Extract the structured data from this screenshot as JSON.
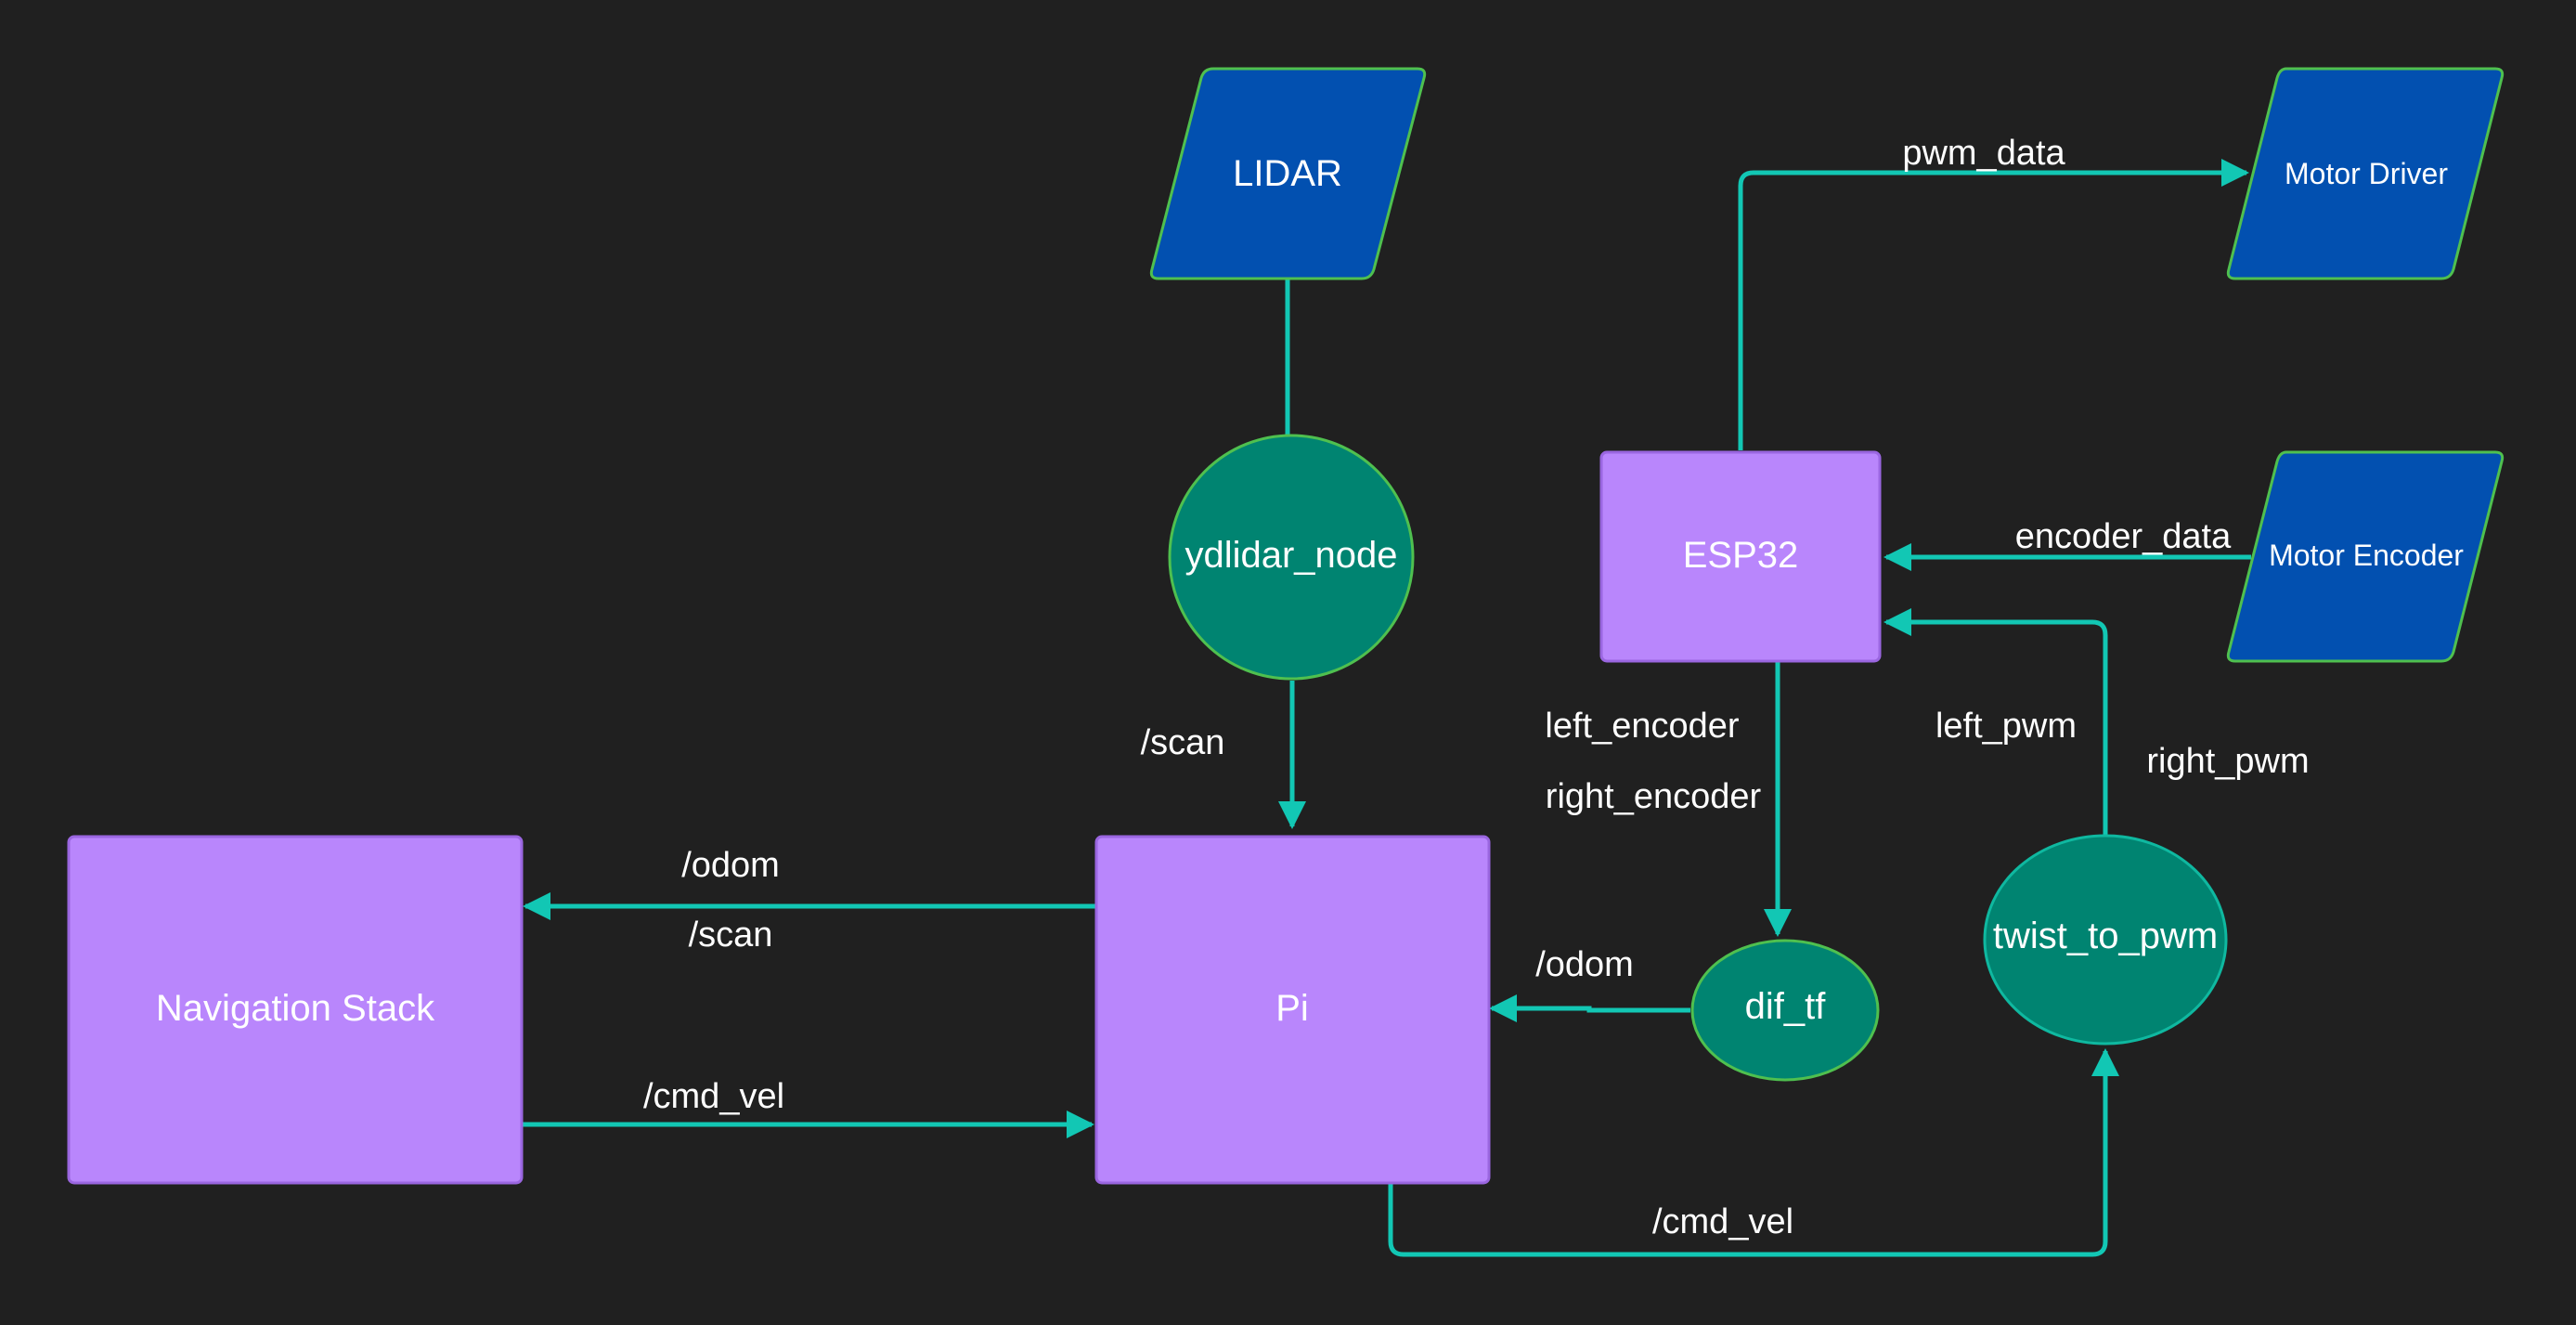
{
  "colors": {
    "background": "#202020",
    "process_fill": "#b986fc",
    "process_stroke": "#9a66e0",
    "topic_fill": "#008471",
    "topic_stroke": "#4fc04f",
    "topic_stroke_alt": "#0fb8a0",
    "hardware_fill": "#0250b0",
    "hardware_stroke": "#4fc04f",
    "edge": "#12c7b4",
    "text": "#ffffff"
  },
  "nodes": {
    "lidar": "LIDAR",
    "motor_driver": "Motor Driver",
    "motor_encoder": "Motor Encoder",
    "ydlidar_node": "ydlidar_node",
    "esp32": "ESP32",
    "navigation_stack": "Navigation Stack",
    "pi": "Pi",
    "dif_tf": "dif_tf",
    "twist_to_pwm": "twist_to_pwm"
  },
  "edges": {
    "pwm_data": "pwm_data",
    "encoder_data": "encoder_data",
    "scan_lidar": "/scan",
    "odom_to_nav": "/odom",
    "scan_to_nav": "/scan",
    "cmd_vel_nav": "/cmd_vel",
    "left_encoder": "left_encoder",
    "right_encoder": "right_encoder",
    "left_pwm": "left_pwm",
    "right_pwm": "right_pwm",
    "odom_dif": "/odom",
    "cmd_vel_pi": "/cmd_vel"
  }
}
